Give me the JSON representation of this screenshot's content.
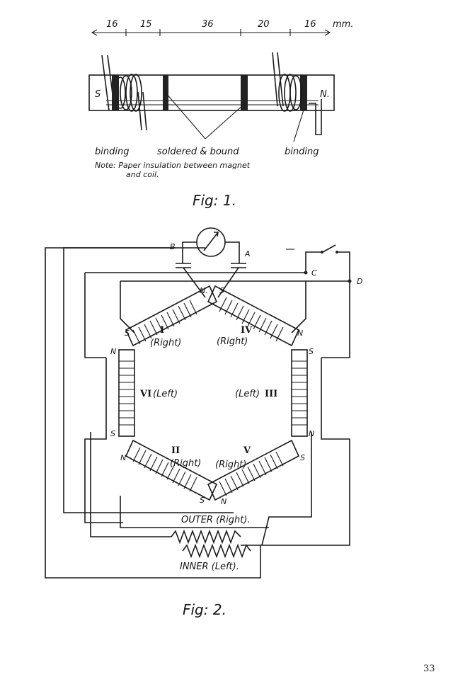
{
  "fig1": {
    "dimensions": [
      "16",
      "15",
      "36",
      "20",
      "16"
    ],
    "unit": "mm.",
    "end_left": "S",
    "end_right": "N.",
    "label_binding_left": "binding",
    "label_soldered": "soldered & bound",
    "label_binding_right": "binding",
    "note_line1": "Note: Paper insulation between magnet",
    "note_line2": "and coil.",
    "caption": "Fig: 1."
  },
  "fig2": {
    "terminal_b": "B",
    "terminal_a": "A",
    "terminal_c": "C",
    "terminal_d": "D",
    "magnets": {
      "i": {
        "numeral": "I",
        "side": "(Right)"
      },
      "iv": {
        "numeral": "IV",
        "side": "(Right)"
      },
      "vi": {
        "numeral": "VI",
        "side": "(Left)"
      },
      "iii": {
        "numeral": "III",
        "side": "(Left)"
      },
      "ii": {
        "numeral": "II",
        "side": "(Right)"
      },
      "v": {
        "numeral": "V",
        "side": "(Right)"
      }
    },
    "poles": {
      "i_top": "N.",
      "i_bottom": "S",
      "iv_top": "S",
      "iv_bottom": "N",
      "vi_top": "N",
      "vi_bottom": "S",
      "iii_top": "S",
      "iii_bottom": "N",
      "ii_top": "N",
      "ii_bottom": "S",
      "v_top": "S",
      "v_bottom": "N"
    },
    "coil_outer": "OUTER (Right).",
    "coil_inner": "INNER (Left).",
    "caption": "Fig: 2."
  },
  "page_number": "33"
}
